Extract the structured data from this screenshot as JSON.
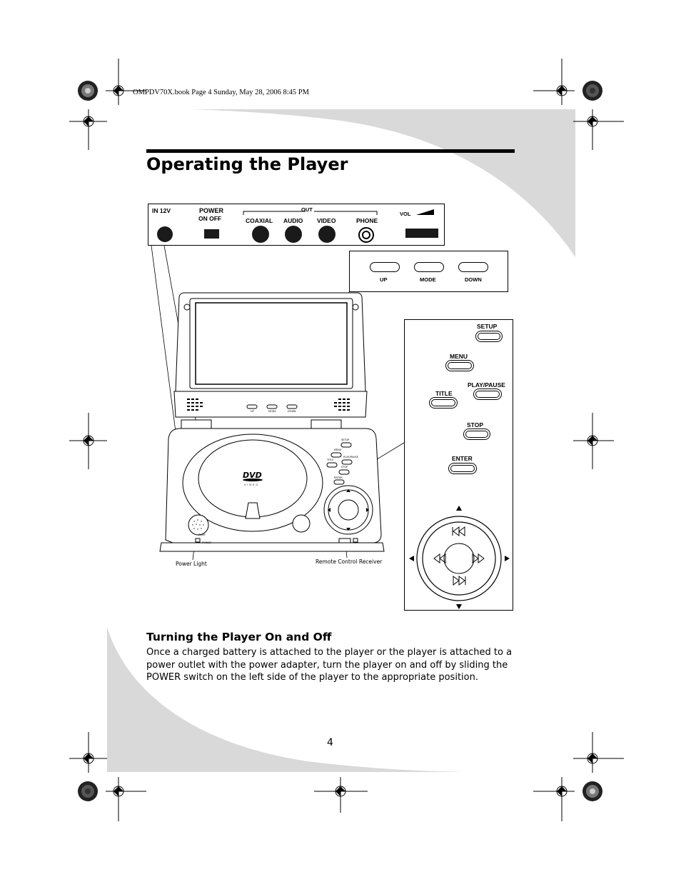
{
  "header": {
    "crop_text": "OMPDV70X.book  Page 4  Sunday, May 28, 2006  8:45 PM"
  },
  "page": {
    "title": "Operating the Player",
    "number": "4"
  },
  "side_panel": {
    "in12v": "IN 12V",
    "power": "POWER",
    "on_off": "ON  OFF",
    "out": "OUT",
    "coaxial": "COAXIAL",
    "audio": "AUDIO",
    "video": "VIDEO",
    "phone": "PHONE",
    "vol": "VOL"
  },
  "screen_panel": {
    "up": "UP",
    "mode": "MODE",
    "down": "DOWN"
  },
  "control_panel": {
    "setup": "SETUP",
    "menu": "MENU",
    "play_pause": "PLAY/PAUSE",
    "title": "TITLE",
    "stop": "STOP",
    "enter": "ENTER"
  },
  "player_small": {
    "dvd_logo": "DVD",
    "dvd_sub": "VIDEO",
    "push": "PUSH",
    "power": "POWER",
    "up": "UP",
    "mode": "MODE",
    "down": "DOWN",
    "setup": "SETUP",
    "menu": "MENU",
    "title": "TITLE",
    "play_pause": "PLAY/PAUSE",
    "stop": "STOP",
    "enter": "ENTER"
  },
  "callouts": {
    "power_light": "Power Light",
    "remote_receiver": "Remote Control Receiver"
  },
  "section": {
    "heading": "Turning the Player On and Off",
    "body": "Once a charged battery is attached to the player or the player is attached to a power outlet with the power adapter, turn the player on and off by sliding the POWER switch on the left side of the player to the appropriate position."
  },
  "colors": {
    "swoosh": "#d9d9d9",
    "ink": "#000000"
  }
}
